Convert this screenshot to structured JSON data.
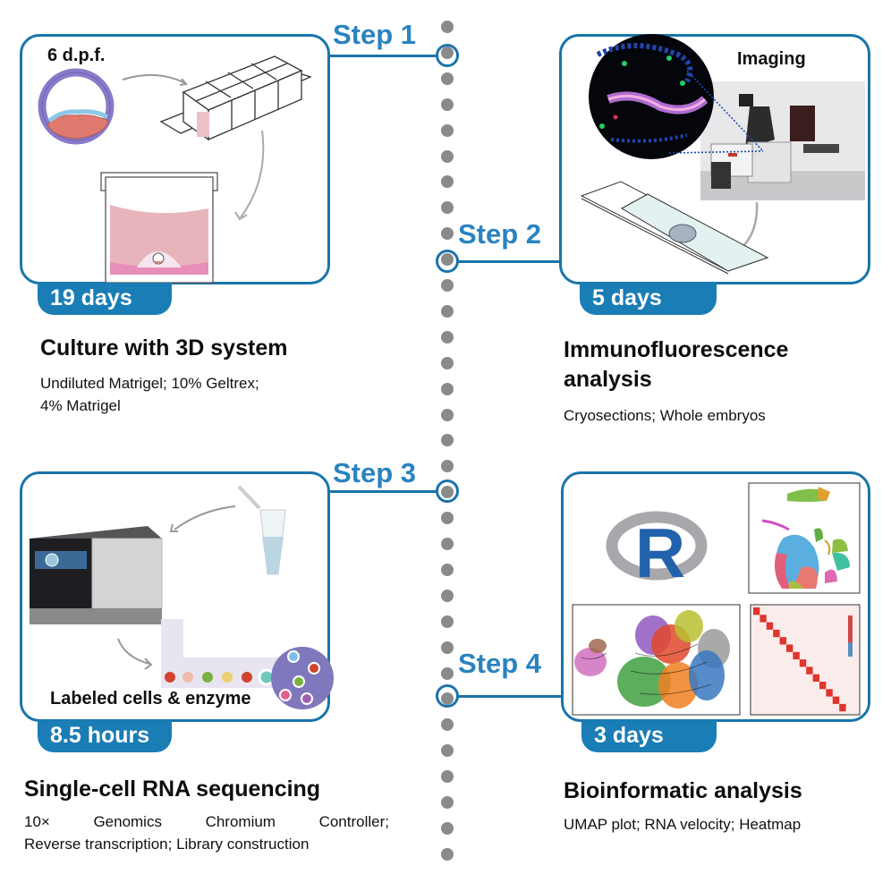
{
  "timeline": {
    "steps": [
      {
        "label": "Step 1",
        "duration": "19 days",
        "title": "Culture with 3D system",
        "description_lines": [
          "Undiluted Matrigel; 10% Geltrex;",
          "4% Matrigel"
        ],
        "illustration_caption": "6 d.p.f."
      },
      {
        "label": "Step 2",
        "duration": "5 days",
        "title_lines": [
          "Immunofluorescence",
          "analysis"
        ],
        "description": "Cryosections; Whole embryos",
        "illustration_caption": "Imaging"
      },
      {
        "label": "Step 3",
        "duration": "8.5 hours",
        "title": "Single-cell RNA sequencing",
        "description_line1_words": [
          "10×",
          "Genomics",
          "Chromium",
          "Controller;"
        ],
        "description_line2": "Reverse transcription; Library construction",
        "illustration_caption": "Labeled cells & enzyme"
      },
      {
        "label": "Step 4",
        "duration": "3 days",
        "title": "Bioinformatic analysis",
        "description": "UMAP plot; RNA velocity; Heatmap",
        "logo_letter": "R"
      }
    ]
  },
  "colors": {
    "accent_blue": "#1a74aa",
    "badge_blue": "#1a7db5",
    "step_text_blue": "#2a83c0",
    "timeline_dot_gray": "#8a8a8a",
    "culture_pink": "#e8b4bb"
  }
}
